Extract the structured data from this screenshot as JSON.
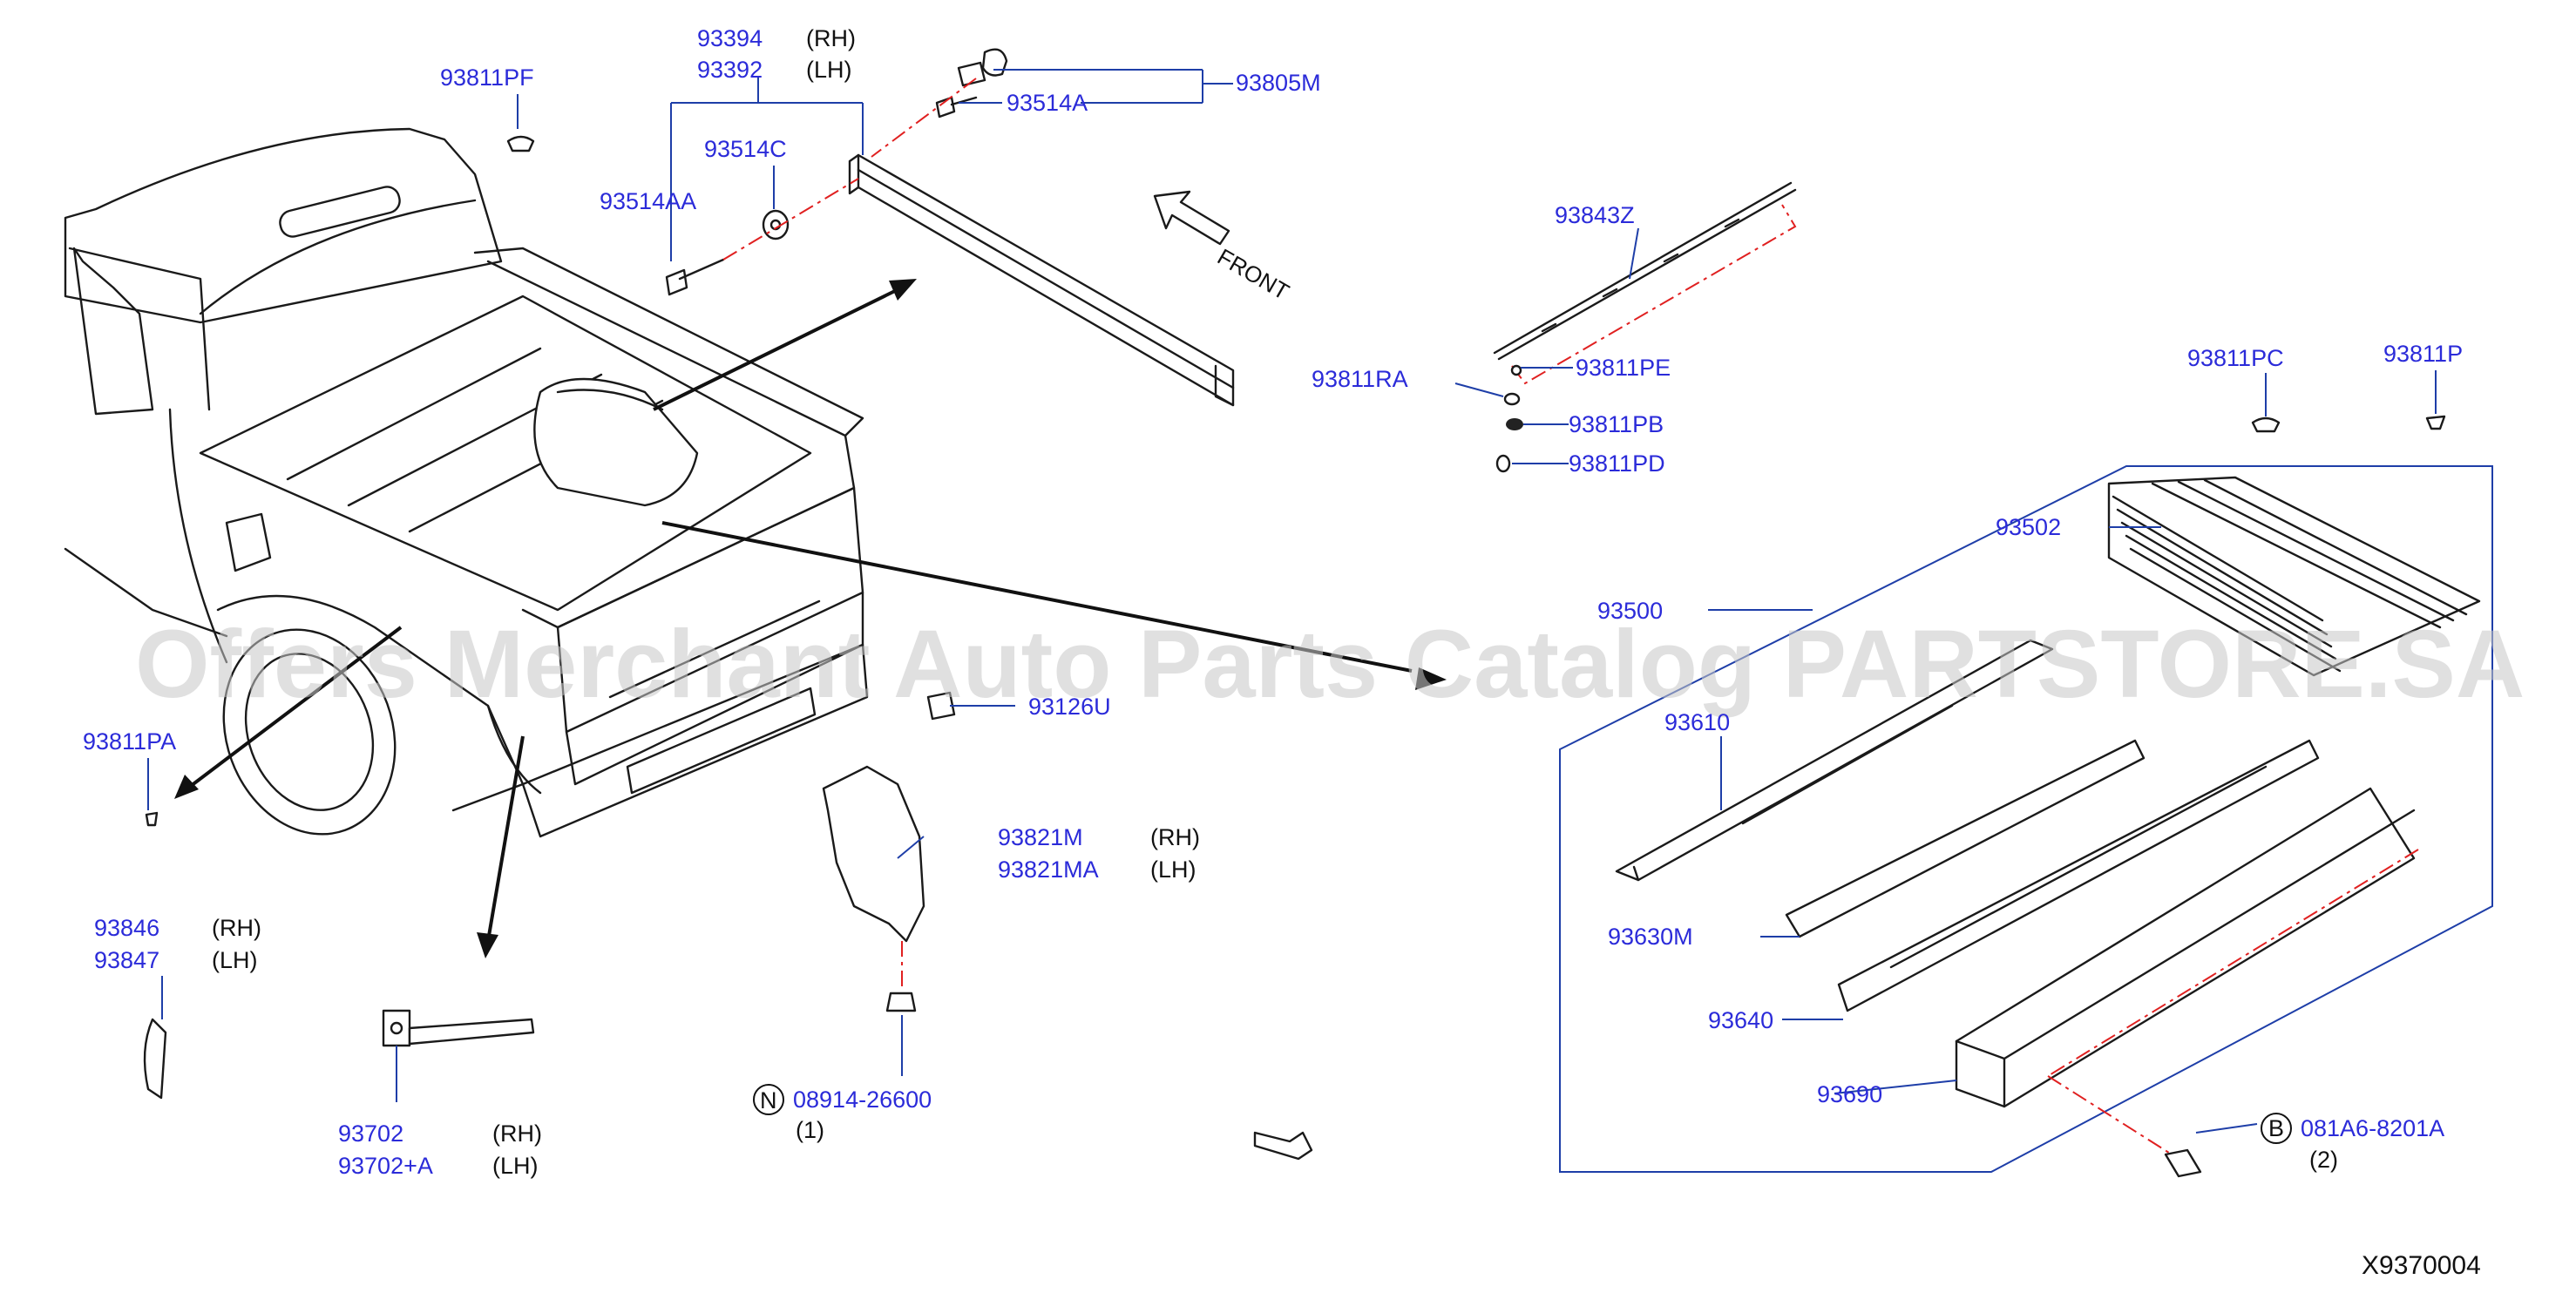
{
  "diagram_id": "X9370004",
  "watermark": "Offers Merchant Auto Parts Catalog PARTSTORE.SA",
  "front_label": "FRONT",
  "side_labels": {
    "rh": "(RH)",
    "lh": "(LH)"
  },
  "parts": {
    "p93811PF": "93811PF",
    "p93394": "93394",
    "p93392": "93392",
    "p93514C": "93514C",
    "p93514AA": "93514AA",
    "p93514A": "93514A",
    "p93805M": "93805M",
    "p93843Z": "93843Z",
    "p93811RA": "93811RA",
    "p93811PE": "93811PE",
    "p93811PB": "93811PB",
    "p93811PD": "93811PD",
    "p93811PC": "93811PC",
    "p93811P": "93811P",
    "p93502": "93502",
    "p93500": "93500",
    "p93610": "93610",
    "p93630M": "93630M",
    "p93640": "93640",
    "p93690": "93690",
    "p93126U": "93126U",
    "p93821M": "93821M",
    "p93821MA": "93821MA",
    "p93811PA": "93811PA",
    "p93846": "93846",
    "p93847": "93847",
    "p93702": "93702",
    "p93702A": "93702+A",
    "p08914": "08914-26600",
    "p081A6": "081A6-8201A"
  },
  "callouts": {
    "n_symbol": "N",
    "n_qty": "(1)",
    "b_symbol": "B",
    "b_qty": "(2)"
  },
  "colors": {
    "part_number": "#2b2bd9",
    "leader_line": "#1e3ea8",
    "centerline": "#e02020",
    "drawing": "#1a1a1a",
    "watermark": "#c8c8c8"
  }
}
